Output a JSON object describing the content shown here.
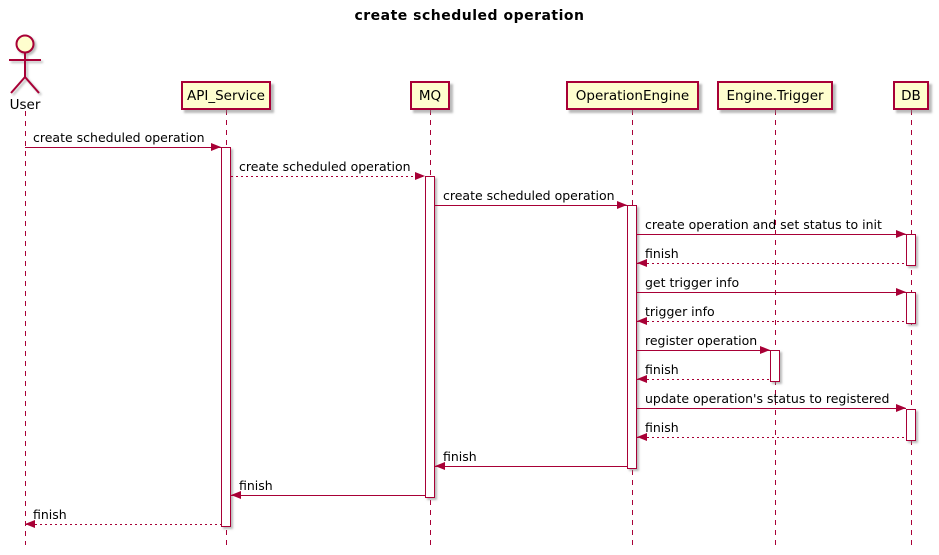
{
  "title": "create scheduled operation",
  "actor": {
    "name": "User"
  },
  "participants": [
    {
      "name": "API_Service"
    },
    {
      "name": "MQ"
    },
    {
      "name": "OperationEngine"
    },
    {
      "name": "Engine.Trigger"
    },
    {
      "name": "DB"
    }
  ],
  "colors": {
    "line": "#A80036",
    "box_fill": "#FEFECE",
    "box_border": "#A80036",
    "activation_fill": "#FFFFFF",
    "text": "#000000"
  },
  "messages": [
    {
      "from": "User",
      "to": "API_Service",
      "label": "create scheduled operation",
      "line": "solid"
    },
    {
      "from": "API_Service",
      "to": "MQ",
      "label": "create scheduled operation",
      "line": "dotted"
    },
    {
      "from": "MQ",
      "to": "OperationEngine",
      "label": "create scheduled operation",
      "line": "solid"
    },
    {
      "from": "OperationEngine",
      "to": "DB",
      "label": "create operation and set status to init",
      "line": "solid"
    },
    {
      "from": "DB",
      "to": "OperationEngine",
      "label": "finish",
      "line": "dotted"
    },
    {
      "from": "OperationEngine",
      "to": "DB",
      "label": "get trigger info",
      "line": "solid"
    },
    {
      "from": "DB",
      "to": "OperationEngine",
      "label": "trigger info",
      "line": "dotted"
    },
    {
      "from": "OperationEngine",
      "to": "Engine.Trigger",
      "label": "register operation",
      "line": "solid"
    },
    {
      "from": "Engine.Trigger",
      "to": "OperationEngine",
      "label": "finish",
      "line": "dotted"
    },
    {
      "from": "OperationEngine",
      "to": "DB",
      "label": "update operation's status to registered",
      "line": "solid"
    },
    {
      "from": "DB",
      "to": "OperationEngine",
      "label": "finish",
      "line": "dotted"
    },
    {
      "from": "OperationEngine",
      "to": "MQ",
      "label": "finish",
      "line": "solid"
    },
    {
      "from": "MQ",
      "to": "API_Service",
      "label": "finish",
      "line": "solid"
    },
    {
      "from": "API_Service",
      "to": "User",
      "label": "finish",
      "line": "dotted"
    }
  ]
}
